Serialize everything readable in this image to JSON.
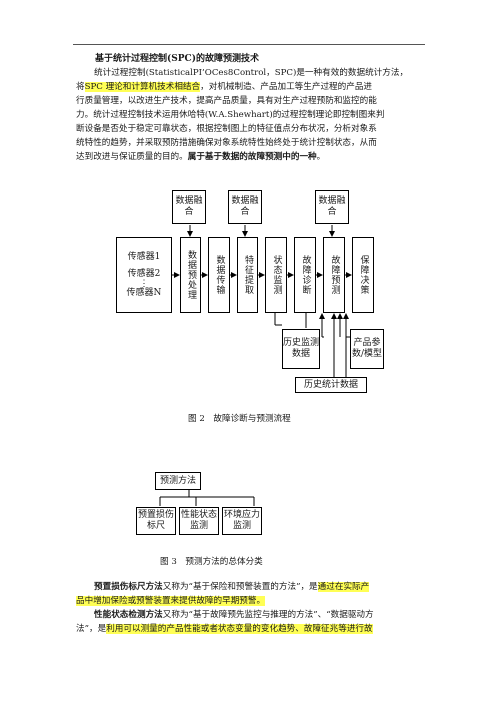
{
  "section_title": "基于统计过程控制(SPC)的故障预测技术",
  "para1": {
    "line1": "统计过程控制(StatisticalPI’OCes8Control，SPC)是一种有效的数据统计方法，",
    "line2_pre": "将",
    "line2_hl": "SPC 理论和计算机技术相结合",
    "line2_post": "，对机械制造、产品加工等生产过程的产品进",
    "line3": "行质量管理，以改进生产技术，提高产品质量，具有对生产过程预防和监控的能",
    "line4": "力。统计过程控制技术运用休哈特(W.A.Shewhart)的过程控制理论即控制图来判",
    "line5": "断设备是否处于稳定可靠状态，根据控制图上的特征值点分布状况，分析对象系",
    "line6": "统特性的趋势，并采取预防措施确保对象系统特性始终处于统计控制状态，从而",
    "line7_pre": "达到改进与保证质量的目的。",
    "line7_bold": "属于基于数据的故障预测中的一种",
    "line7_end": "。"
  },
  "figure2": {
    "fusion1": "数据融合",
    "fusion2": "数据融合",
    "fusion3": "数据融合",
    "sensors": [
      "传感器1",
      "传感器2",
      "⋮",
      "传感器N"
    ],
    "preprocess": "数据预处理",
    "transmit": "数据传输",
    "feature": "特征提取",
    "monitor": "状态监测",
    "diagnose": "故障诊断",
    "predict": "故障预测",
    "decision": "保障决策",
    "history_monitor": "历史监测数据",
    "product_params": "产品参数/模型",
    "history_stats": "历史统计数据",
    "caption": "图 2　故障诊断与预测流程"
  },
  "figure3": {
    "root": "预测方法",
    "child1": "预置损伤标尺",
    "child2": "性能状态监测",
    "child3": "环境应力监测",
    "caption": "图 3　预测方法的总体分类"
  },
  "para2": {
    "bold": "预置损伤标尺方法",
    "text": "又称为“基于保险和预警装置的方法”，是",
    "hl1": "通过在实际产",
    "hl2": "品中增加保险或预警装置来提供故障的早期预警。"
  },
  "para3": {
    "bold": "性能状态检测方法",
    "text1": "又称为“基于故障预先监控与推理的方法”、“数据驱动方",
    "text2_pre": "法”，是",
    "hl": "利用可以测量的产品性能或者状态变量的变化趋势、故障征兆等进行故"
  }
}
